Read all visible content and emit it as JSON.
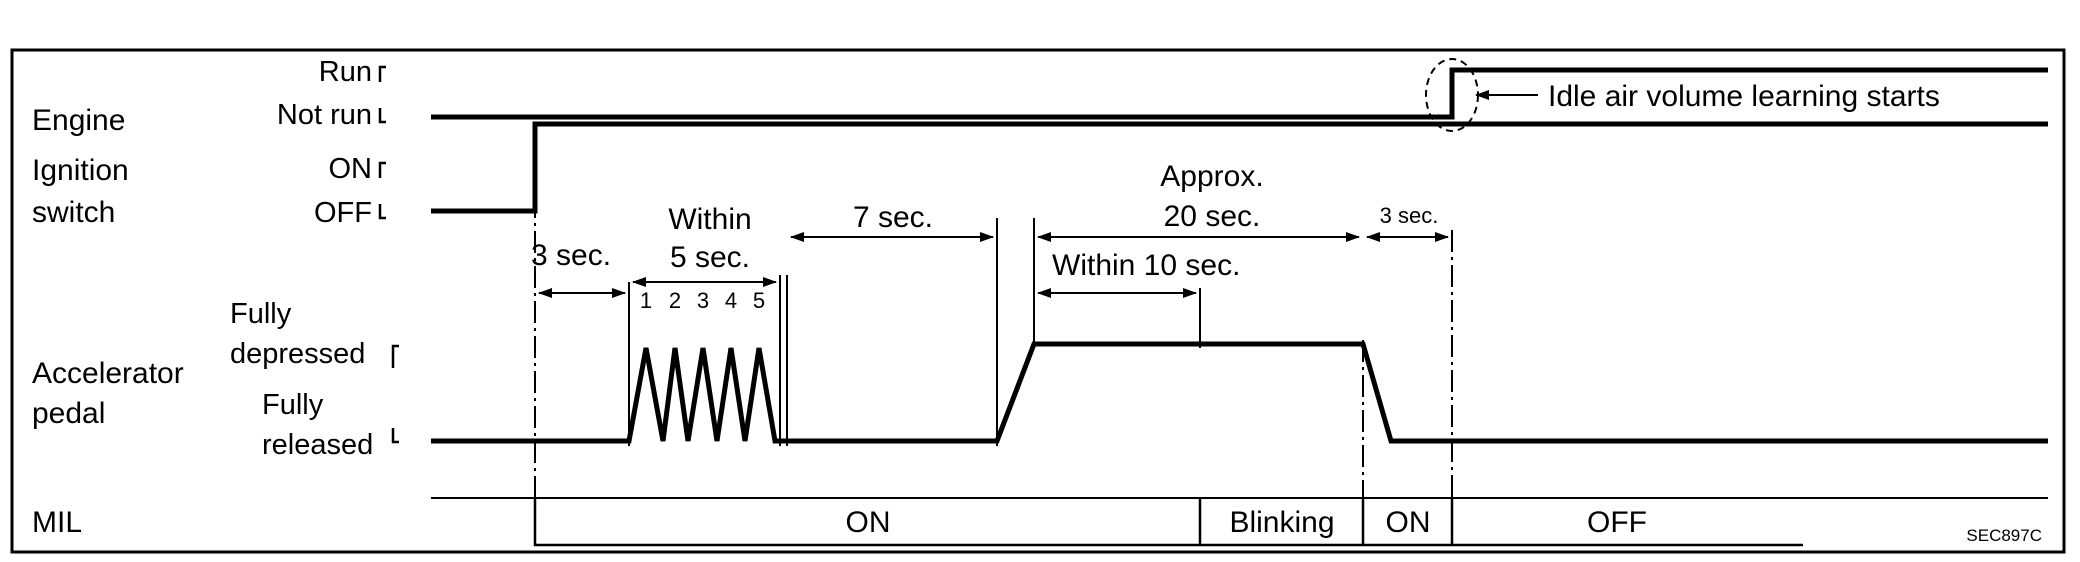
{
  "rows": {
    "engine": {
      "name": "Engine",
      "high": "Run",
      "low": "Not run"
    },
    "ignition": {
      "name_line1": "Ignition",
      "name_line2": "switch",
      "high": "ON",
      "low": "OFF"
    },
    "accelerator": {
      "name_line1": "Accelerator",
      "name_line2": "pedal",
      "high_line1": "Fully",
      "high_line2": "depressed",
      "low_line1": "Fully",
      "low_line2": "released"
    },
    "mil": {
      "name": "MIL"
    }
  },
  "timing": {
    "t1": "3 sec.",
    "t2_line1": "Within",
    "t2_line2": "5 sec.",
    "pulses": [
      "1",
      "2",
      "3",
      "4",
      "5"
    ],
    "t3": "7 sec.",
    "t4_line1": "Approx.",
    "t4_line2": "20 sec.",
    "t5": "Within 10 sec.",
    "t6": "3 sec."
  },
  "mil_states": [
    "ON",
    "Blinking",
    "ON",
    "OFF"
  ],
  "annotation": "Idle air volume learning starts",
  "code": "SEC897C"
}
